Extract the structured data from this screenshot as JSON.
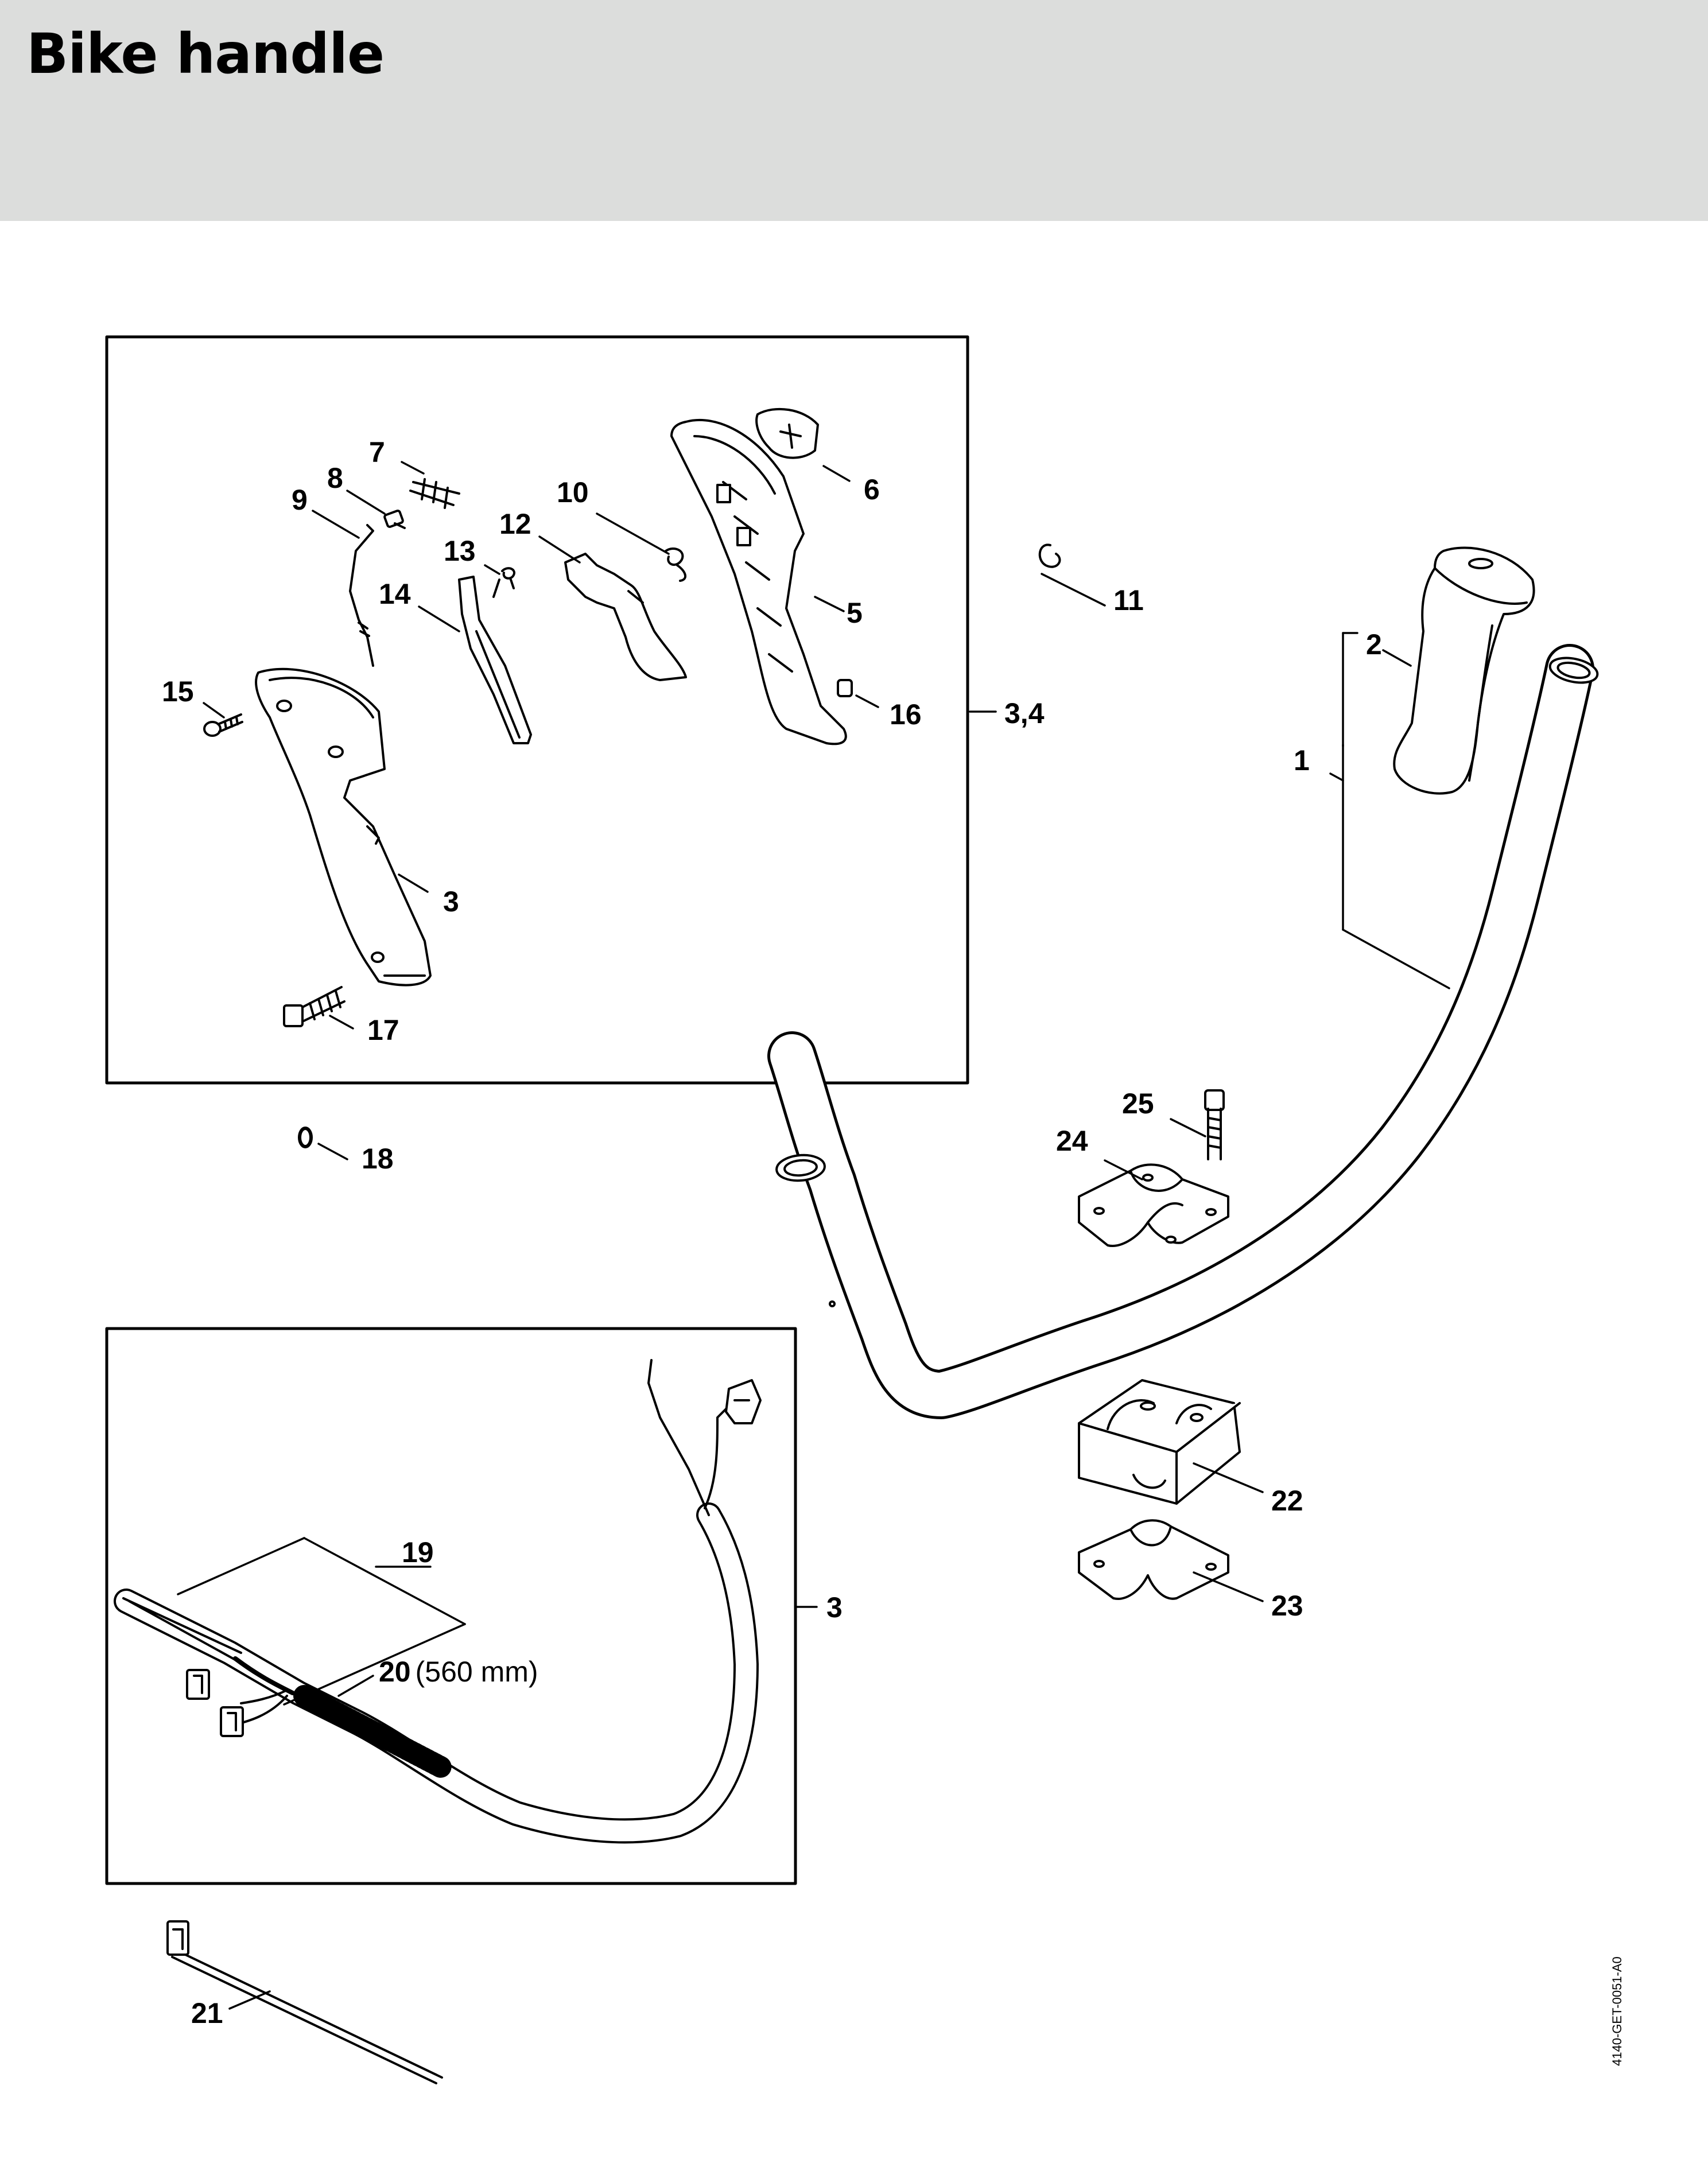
{
  "title": "Bike handle",
  "document_code": "4140-GET-0051-A0",
  "callouts": {
    "c1": "1",
    "c2": "2",
    "c3a": "3",
    "c34": "3,4",
    "c3b": "3",
    "c5": "5",
    "c6": "6",
    "c7": "7",
    "c8": "8",
    "c9": "9",
    "c10": "10",
    "c11": "11",
    "c12": "12",
    "c13": "13",
    "c14": "14",
    "c15": "15",
    "c16": "16",
    "c17": "17",
    "c18": "18",
    "c19": "19",
    "c20": "20",
    "c20_note": "(560 mm)",
    "c21": "21",
    "c22": "22",
    "c23": "23",
    "c24": "24",
    "c25": "25"
  },
  "colors": {
    "header_bg": "#dcdddc",
    "line": "#000000",
    "part_fill": "#ffffff"
  }
}
